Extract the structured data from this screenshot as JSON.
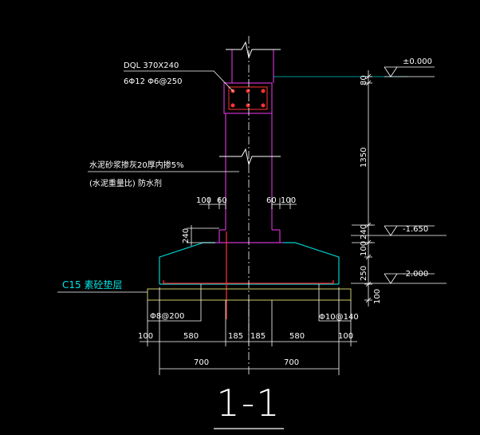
{
  "colors": {
    "background": "#000000",
    "wall": "#cc33cc",
    "foundation": "#00cccc",
    "rebar": "#ff3333",
    "dimension": "#ffffff",
    "cushion": "#cccc66"
  },
  "labels": {
    "beam_name": "DQL 370X240",
    "beam_rebar": "6Φ12  Φ6@250",
    "note_line1": "水泥砂浆掺灰20厚内掺5%",
    "note_line2": "(水泥重量比) 防水剂",
    "cushion_label": "C15 素砼垫层",
    "rebar_left": "Φ8@200",
    "rebar_right": "Φ10@140",
    "section_title": "1-1"
  },
  "elevations": {
    "top": "±0.000",
    "mid": "-1.650",
    "bottom": "-2.000"
  },
  "dims_vertical": {
    "d80": "80",
    "d1350": "1350",
    "d240": "240",
    "d100a": "100",
    "d250": "250",
    "d100b": "100",
    "d240_left": "240"
  },
  "dims_top": {
    "a": "100",
    "b": "60",
    "c": "60",
    "d": "100"
  },
  "dims_bottom": {
    "a": "100",
    "b": "580",
    "c": "185",
    "d": "185",
    "e": "580",
    "f": "100"
  },
  "dims_total": {
    "left": "700",
    "right": "700"
  }
}
